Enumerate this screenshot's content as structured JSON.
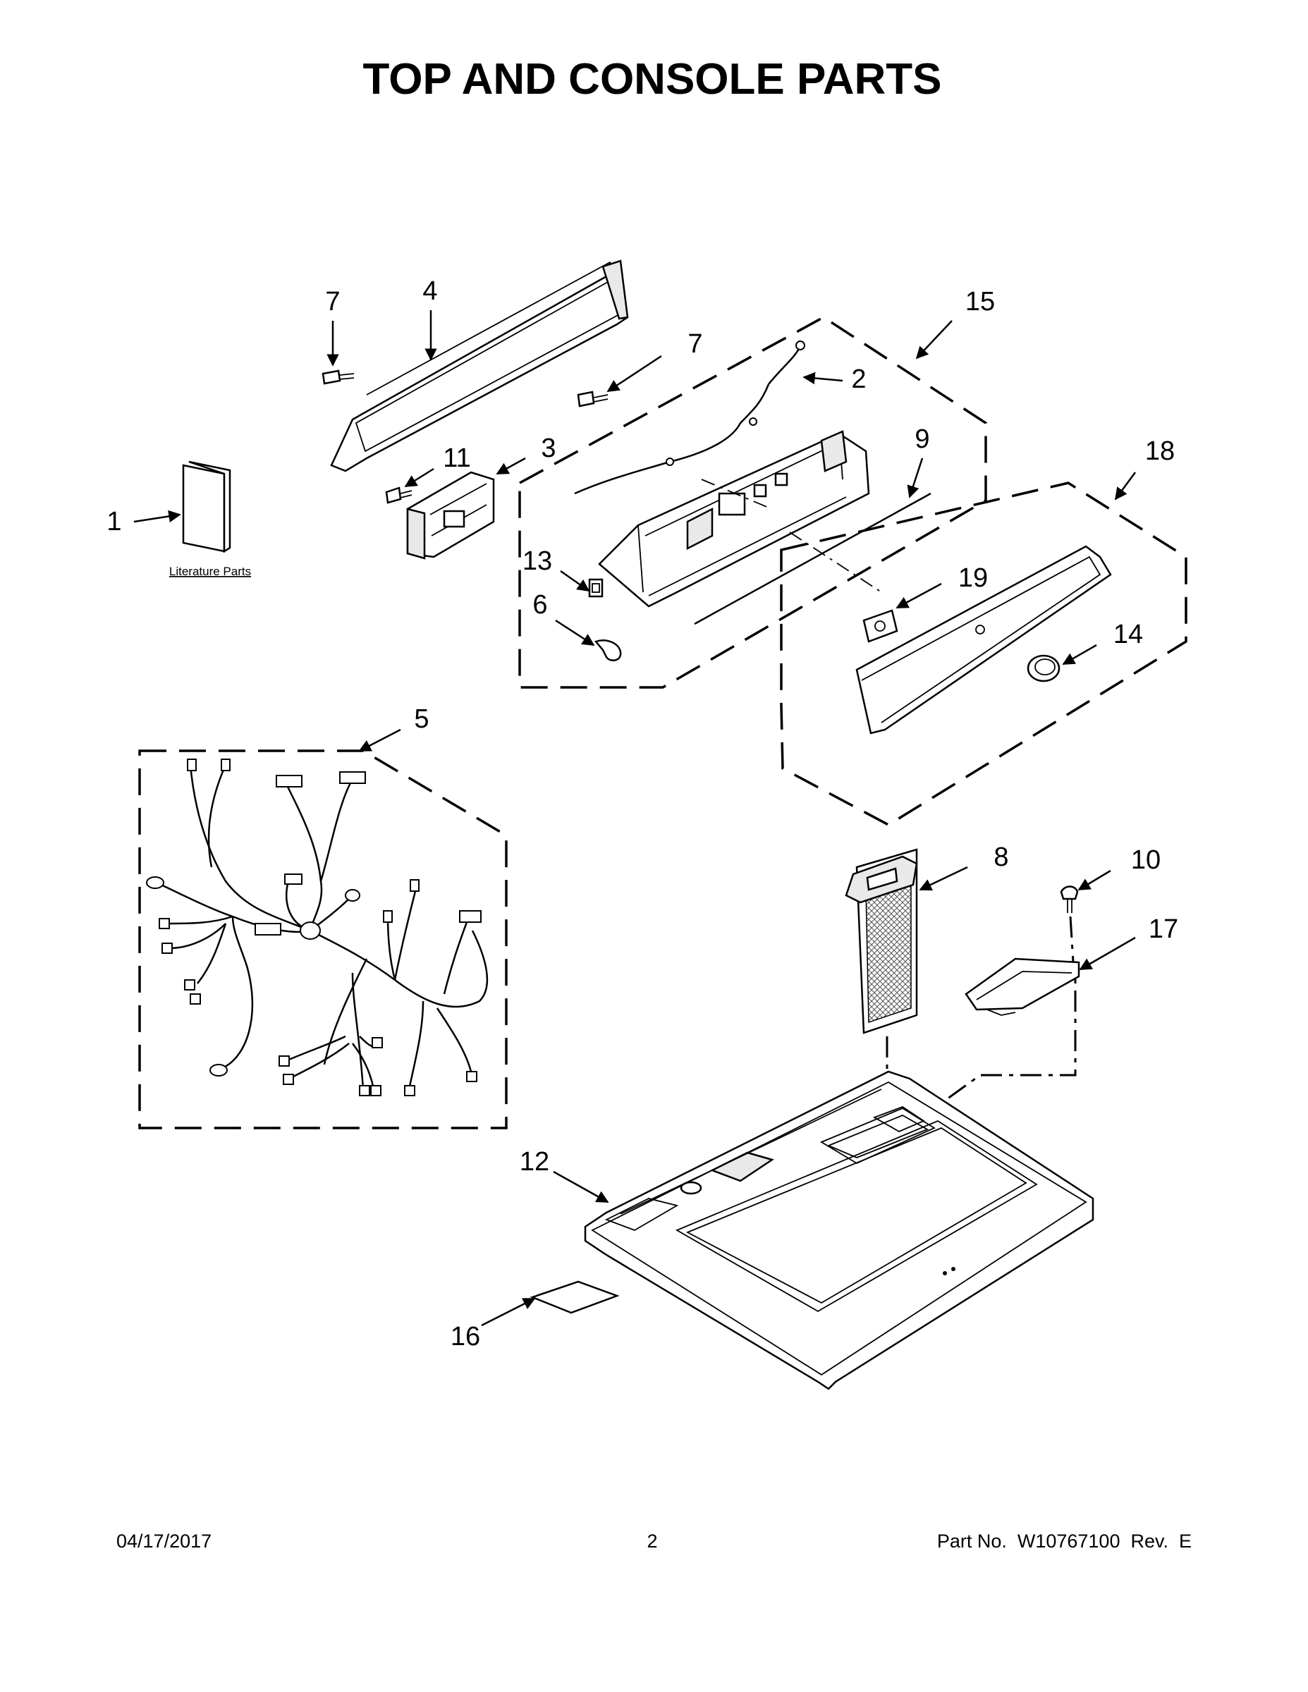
{
  "title": "TOP AND CONSOLE PARTS",
  "literature_label": "Literature Parts",
  "callouts": [
    {
      "id": "1",
      "label": "1"
    },
    {
      "id": "2",
      "label": "2"
    },
    {
      "id": "3",
      "label": "3"
    },
    {
      "id": "4",
      "label": "4"
    },
    {
      "id": "5",
      "label": "5"
    },
    {
      "id": "6",
      "label": "6"
    },
    {
      "id": "7a",
      "label": "7"
    },
    {
      "id": "7b",
      "label": "7"
    },
    {
      "id": "8",
      "label": "8"
    },
    {
      "id": "9",
      "label": "9"
    },
    {
      "id": "10",
      "label": "10"
    },
    {
      "id": "11",
      "label": "11"
    },
    {
      "id": "12",
      "label": "12"
    },
    {
      "id": "13",
      "label": "13"
    },
    {
      "id": "14",
      "label": "14"
    },
    {
      "id": "15",
      "label": "15"
    },
    {
      "id": "16",
      "label": "16"
    },
    {
      "id": "17",
      "label": "17"
    },
    {
      "id": "18",
      "label": "18"
    },
    {
      "id": "19",
      "label": "19"
    }
  ],
  "footer": {
    "date": "04/17/2017",
    "page": "2",
    "part_no": "Part No.  W10767100  Rev.  E"
  }
}
